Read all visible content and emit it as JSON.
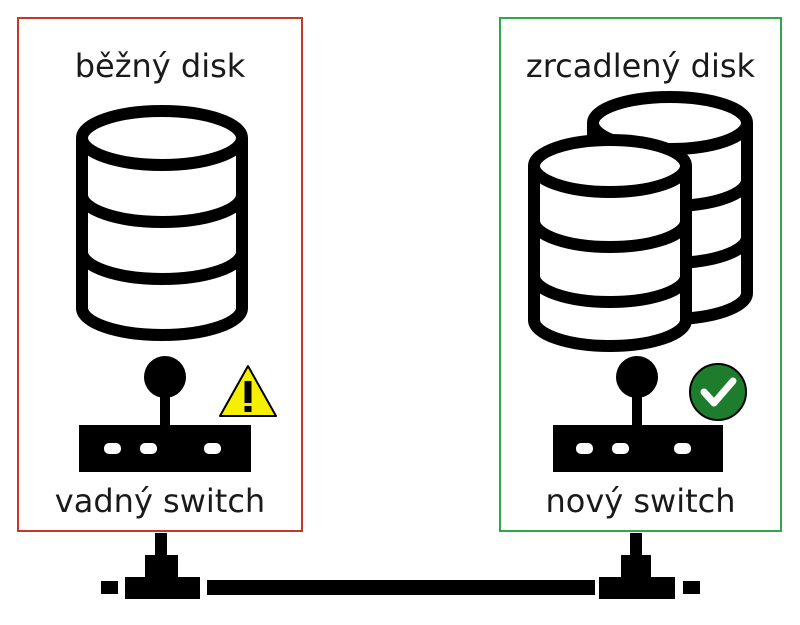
{
  "left_panel": {
    "title": "běžný disk",
    "label": "vadný switch",
    "border_color": "#c0392b",
    "status_icon": "warning-icon",
    "status_color": "#f4f000"
  },
  "right_panel": {
    "title": "zrcadlený disk",
    "label": "nový switch",
    "border_color": "#2ea84a",
    "status_icon": "check-circle-icon",
    "status_color": "#1e7d2d"
  }
}
